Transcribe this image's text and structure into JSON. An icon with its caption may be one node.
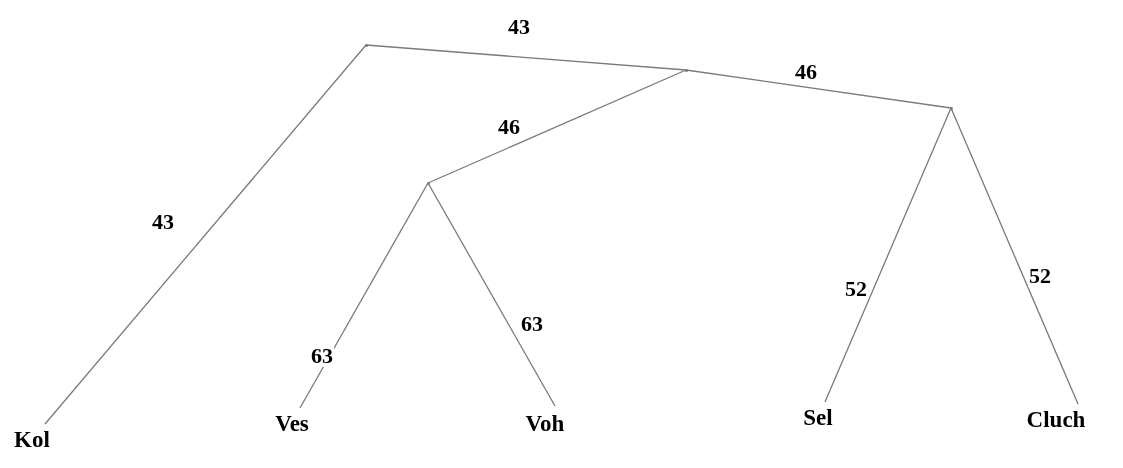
{
  "diagram": {
    "nodes": [
      {
        "text": [],
        "shape": "point"
      },
      {
        "text": [],
        "shape": "point"
      },
      {
        "text": [],
        "shape": "point"
      },
      {
        "text": [],
        "shape": "point"
      },
      {
        "text": [
          "Kol"
        ]
      },
      {
        "text": [
          "Ves"
        ]
      },
      {
        "text": [
          "Voh"
        ]
      },
      {
        "text": [
          "Sel"
        ]
      },
      {
        "text": [
          "Cluch"
        ]
      }
    ],
    "edges": [
      {
        "from": 0,
        "to": 4,
        "arrow": "none",
        "label": "43"
      },
      {
        "from": 0,
        "to": 1,
        "arrow": "none",
        "label": "43"
      },
      {
        "from": 1,
        "to": 2,
        "arrow": "none",
        "label": "46"
      },
      {
        "from": 1,
        "to": 3,
        "arrow": "none",
        "label": "46"
      },
      {
        "from": 2,
        "to": 5,
        "arrow": "none",
        "label": "63"
      },
      {
        "from": 2,
        "to": 6,
        "arrow": "none",
        "label": "63"
      },
      {
        "from": 3,
        "to": 7,
        "arrow": "none",
        "label": "52"
      },
      {
        "from": 3,
        "to": 8,
        "arrow": "none",
        "label": "52"
      }
    ]
  }
}
